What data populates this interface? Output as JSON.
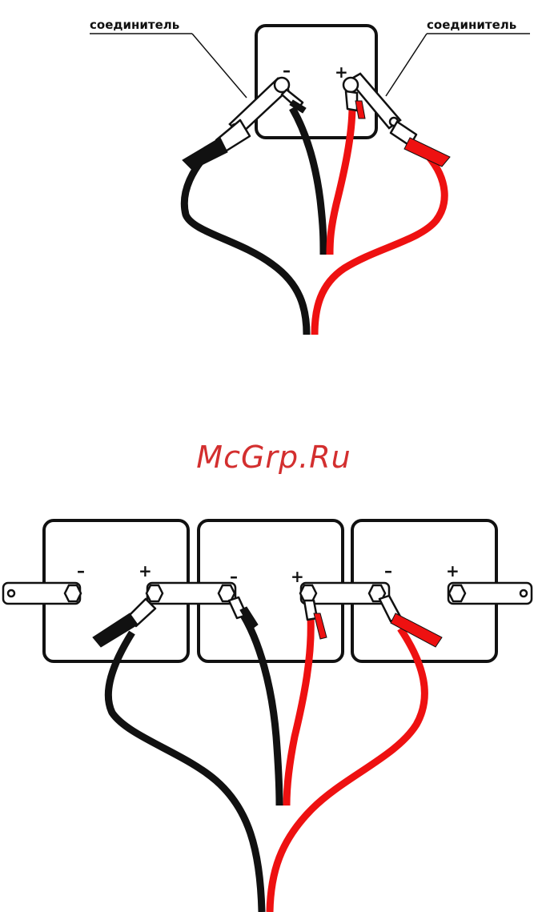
{
  "top_diagram": {
    "connector_label_left": "соединитель",
    "connector_label_right": "соединитель",
    "terminal_negative": "–",
    "terminal_positive": "+"
  },
  "watermark": "McGrp.Ru",
  "bottom_diagram": {
    "battery_1": {
      "negative": "–",
      "positive": "+"
    },
    "battery_2": {
      "negative": "–",
      "positive": "+"
    },
    "battery_3": {
      "negative": "–",
      "positive": "+"
    }
  },
  "colors": {
    "cable_negative": "#111111",
    "cable_positive": "#ee1111",
    "watermark": "#d32f2f"
  }
}
